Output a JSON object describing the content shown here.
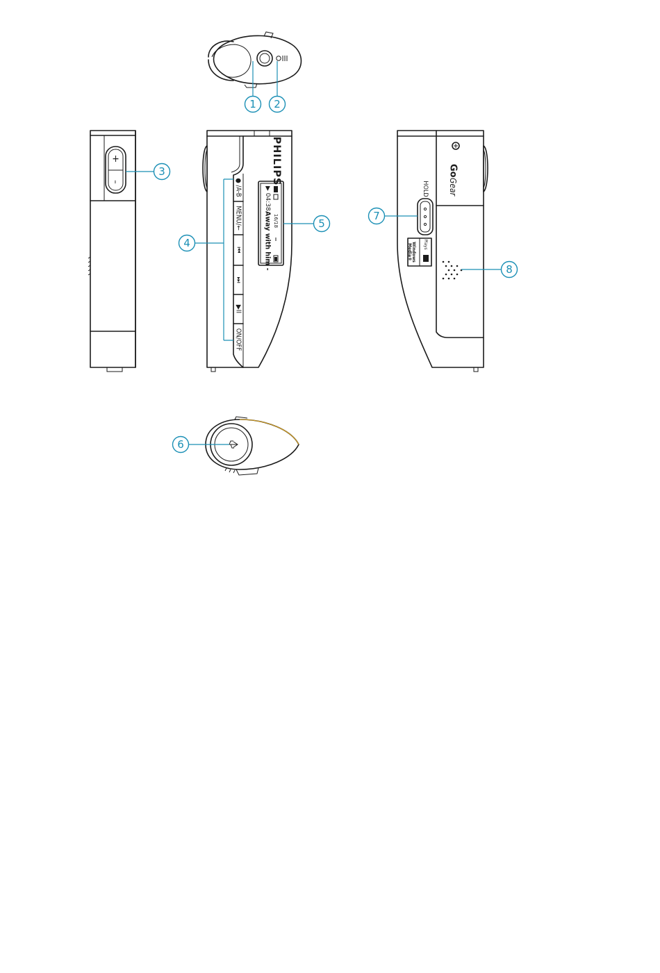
{
  "callouts": [
    "1",
    "2",
    "3",
    "4",
    "5",
    "6",
    "7",
    "8"
  ],
  "front_buttons": {
    "record_ab": "● /A-B",
    "menu": "MENU/←",
    "previous": "⏮",
    "next": "⏭",
    "play_pause": "▶II",
    "on_off": "ON/OFF"
  },
  "brand": "PHILIPS",
  "screen": {
    "time": "▶ 04:38",
    "track": "Away with him -",
    "counter": "16/18"
  },
  "volume": {
    "plus": "+",
    "minus": "–"
  },
  "back": {
    "logo_go": "Go",
    "logo_gear": "Gear",
    "hold_label": "HOLD",
    "badge_line1": "Windows",
    "badge_line2": "Media®",
    "badge_line3": "Plays"
  },
  "colors": {
    "callout": "#1a8fb5",
    "outline": "#1b1b1b",
    "accent": "#e3a81c"
  }
}
